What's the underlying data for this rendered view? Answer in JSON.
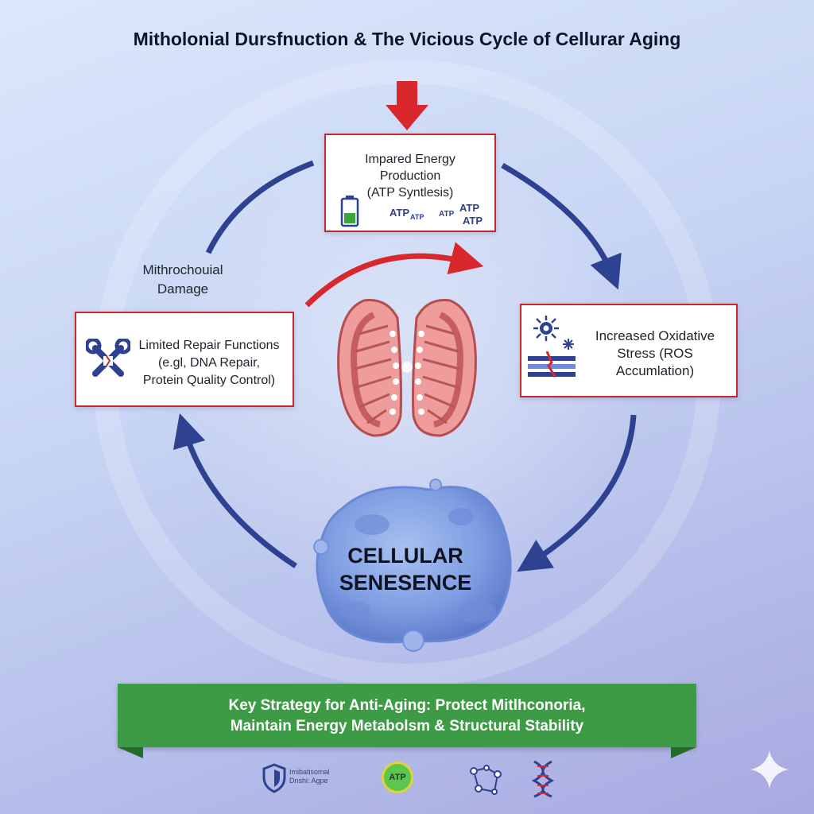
{
  "title": "Mitholonial Dursfnuction & The Vicious Cycle of Cellurar Aging",
  "boxes": {
    "energy": {
      "lines": [
        "Impared Energy",
        "Production",
        "(ATP Syntlesis)"
      ]
    },
    "oxidative": {
      "lines": [
        "Increased Oxidative",
        "Stress (ROS",
        "Accumlation)"
      ]
    },
    "repair": {
      "lines": [
        "Limited Repair Functions",
        "(e.gl, DNA Repair,",
        "Protein Quality Control)"
      ]
    }
  },
  "atp_labels": [
    "ATP",
    "ATP",
    "ATP",
    "ATP",
    "ATP"
  ],
  "damage_label": {
    "lines": [
      "Mithrochouial",
      "Damage"
    ]
  },
  "senescence": {
    "lines": [
      "CELLULAR",
      "SENESENCE"
    ]
  },
  "banner": {
    "lines": [
      "Key Strategy for Anti-Aging: Protect Mitlhconoria,",
      "Maintain Energy Metabolsm & Structural Stability"
    ]
  },
  "bottom_icons": {
    "shield_caption": [
      "Imibatisomal",
      "Dnshi: Agpe"
    ],
    "atp_badge": "ATP"
  },
  "colors": {
    "cycle_arrow": "#2f4291",
    "damage_arrow": "#d8282d",
    "box_border": "#c5282c",
    "banner": "#3e9b45",
    "mitochondrion": "#c95f62"
  },
  "icons": [
    "down-arrow",
    "battery-icon",
    "virus-icon",
    "damaged-membrane-icon",
    "wrench-icon",
    "mitochondrion-illustration",
    "cell-illustration",
    "shield-icon",
    "atp-badge-icon",
    "molecule-network-icon",
    "dna-helix-icon",
    "sparkle-icon"
  ]
}
